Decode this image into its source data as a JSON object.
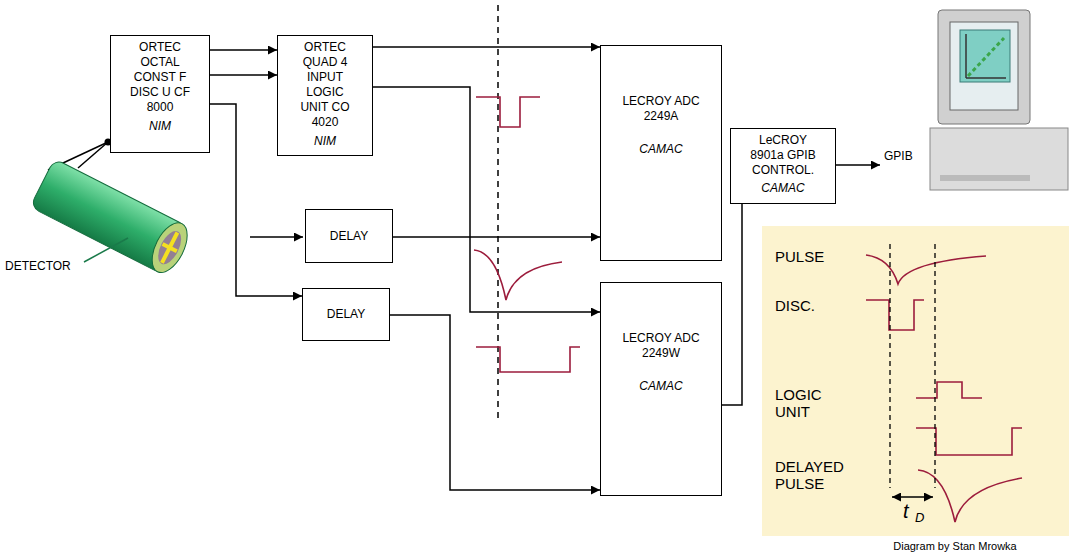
{
  "diagram": {
    "caption": "Diagram by Stan Mrowka",
    "nodes": [
      {
        "text": [
          "ORTEC OCTAL CONST F DISC U CF 8000",
          "NIM"
        ]
      },
      {
        "text": [
          "ORTEC QUAD 4 INPUT LOGIC UNIT CO 4020",
          "NIM"
        ]
      },
      {
        "text": [
          "LECROY ADC 2249A",
          "CAMAC"
        ]
      },
      {
        "text": [
          "LeCROY 8901a GPIB CONTROL.",
          "CAMAC"
        ]
      },
      {
        "text": [
          "DELAY"
        ]
      },
      {
        "text": [
          "DELAY"
        ]
      },
      {
        "text": [
          "LECROY ADC 2249W",
          "CAMAC"
        ]
      }
    ],
    "edges": [
      {
        "from": 0,
        "to": 1,
        "arrow": "to"
      },
      {
        "from": 0,
        "to": 1,
        "arrow": "to"
      },
      {
        "from": 1,
        "to": 2,
        "arrow": "to"
      },
      {
        "from": 1,
        "to": 6,
        "arrow": "to"
      },
      {
        "from": 4,
        "to": 2,
        "arrow": "to"
      },
      {
        "from": 0,
        "to": 5,
        "arrow": "to"
      },
      {
        "from": 5,
        "to": 6,
        "arrow": "to"
      },
      {
        "from": 3,
        "to": 6,
        "arrow": "none"
      }
    ],
    "labels": [
      "DETECTOR",
      "GPIB",
      "PULSE",
      "DISC.",
      "LOGIC UNIT",
      "DELAYED PULSE",
      "t",
      "D"
    ]
  }
}
